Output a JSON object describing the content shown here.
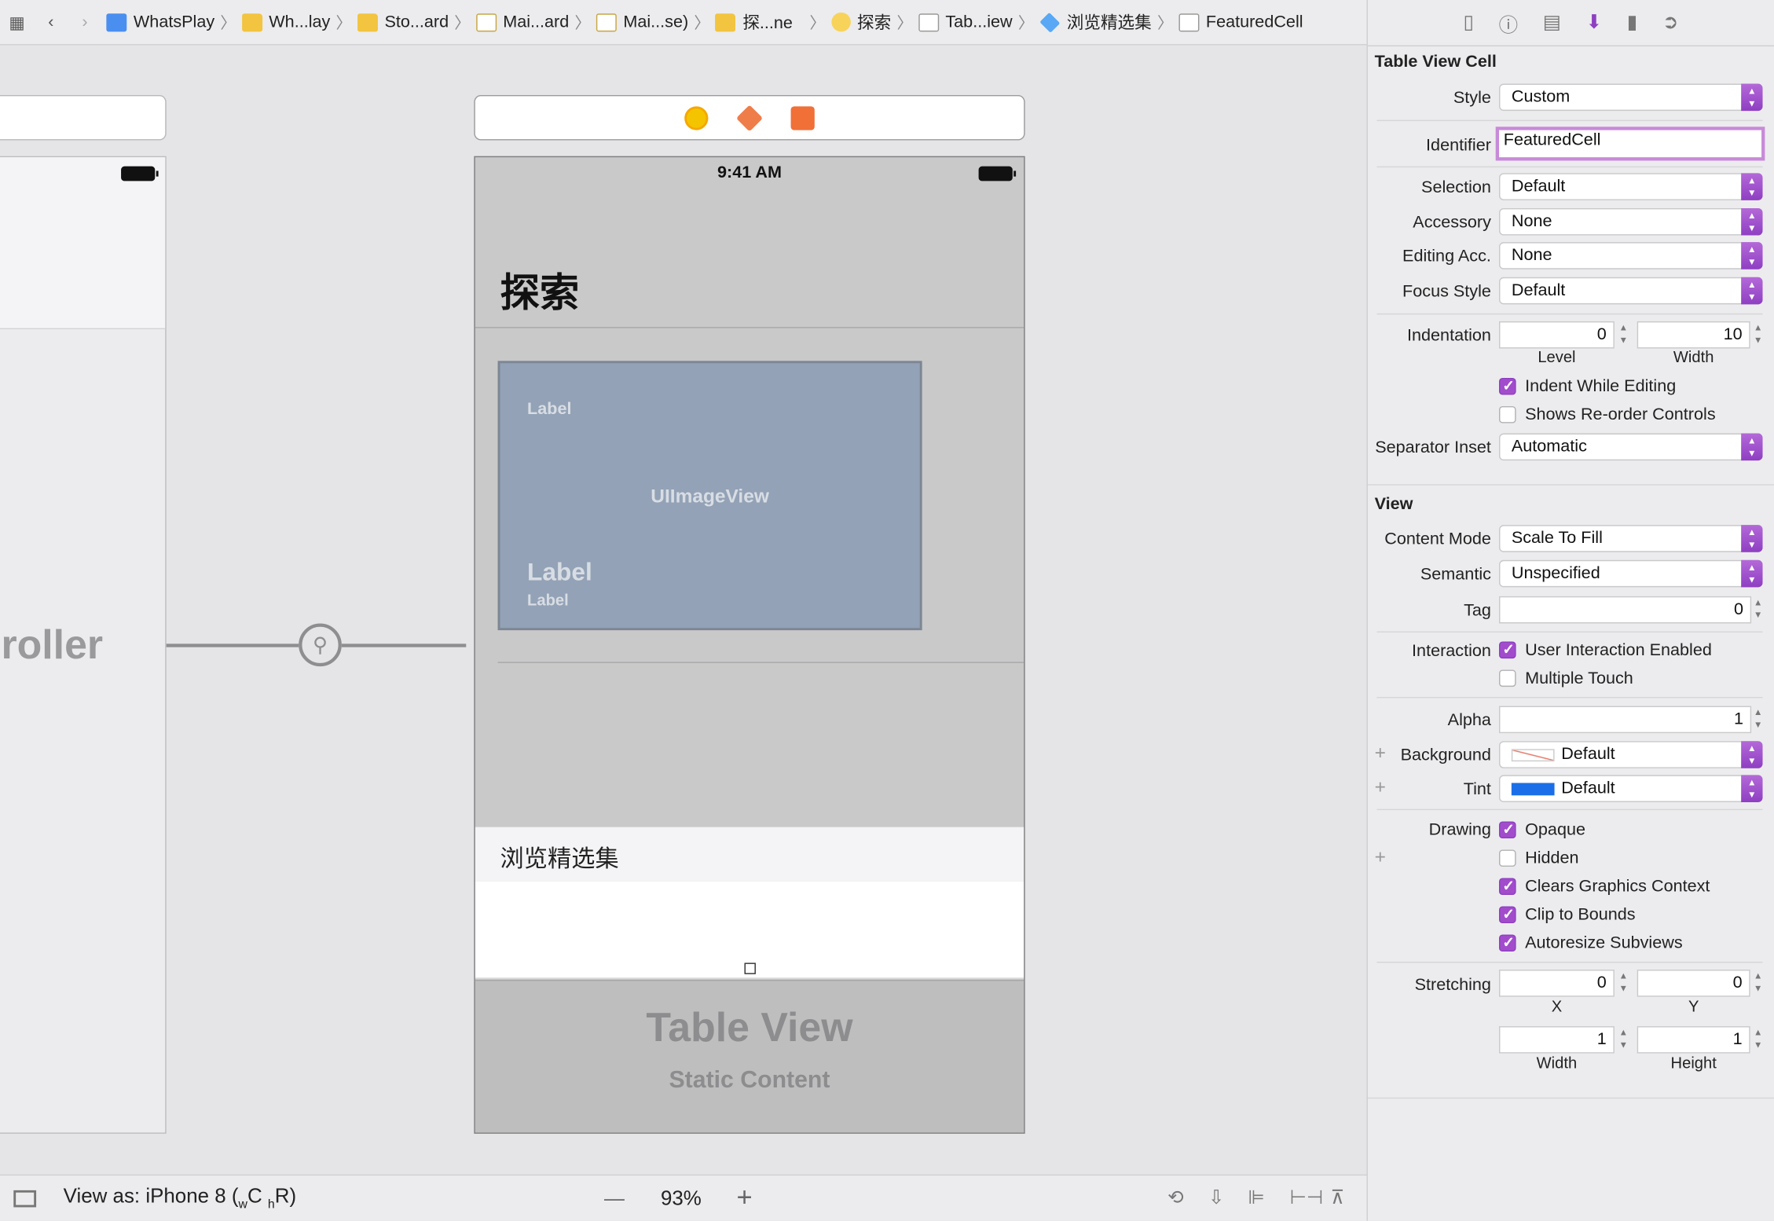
{
  "breadcrumbs": [
    {
      "label": "WhatsPlay",
      "icon": "app-icon"
    },
    {
      "label": "Wh...lay",
      "icon": "folder-icon"
    },
    {
      "label": "Sto...ard",
      "icon": "folder-icon"
    },
    {
      "label": "Mai...ard",
      "icon": "storyboard-icon"
    },
    {
      "label": "Mai...se)",
      "icon": "storyboard-icon"
    },
    {
      "label": "探...ne",
      "icon": "scene-icon"
    },
    {
      "label": "探索",
      "icon": "view-controller-icon"
    },
    {
      "label": "Tab...iew",
      "icon": "table-view-icon"
    },
    {
      "label": "浏览精选集",
      "icon": "cube-icon"
    },
    {
      "label": "FeaturedCell",
      "icon": "table-cell-icon"
    }
  ],
  "canvas": {
    "left_scene_title": "roller",
    "status_time": "9:41 AM",
    "nav_title": "探索",
    "image_view": {
      "top_label": "Label",
      "center_label": "UIImageView",
      "title_label": "Label",
      "subtitle_label": "Label"
    },
    "section_title": "浏览精选集",
    "table_view_title": "Table View",
    "table_view_subtitle": "Static Content"
  },
  "bottom_bar": {
    "view_as_prefix": "View as: iPhone 8 (",
    "w_size": "w",
    "w_class": "C",
    "h_size": "h",
    "h_class": "R",
    "suffix": ")",
    "zoom": "93%",
    "zoom_out": "—",
    "zoom_in": "+"
  },
  "inspector": {
    "section_cell": "Table View Cell",
    "style_label": "Style",
    "style_value": "Custom",
    "identifier_label": "Identifier",
    "identifier_value": "FeaturedCell",
    "selection_label": "Selection",
    "selection_value": "Default",
    "accessory_label": "Accessory",
    "accessory_value": "None",
    "editing_acc_label": "Editing Acc.",
    "editing_acc_value": "None",
    "focus_style_label": "Focus Style",
    "focus_style_value": "Default",
    "indentation_label": "Indentation",
    "indentation_level": "0",
    "indentation_width": "10",
    "level_label": "Level",
    "width_label": "Width",
    "indent_while_editing": "Indent While Editing",
    "shows_reorder": "Shows Re-order Controls",
    "separator_inset_label": "Separator Inset",
    "separator_inset_value": "Automatic",
    "section_view": "View",
    "content_mode_label": "Content Mode",
    "content_mode_value": "Scale To Fill",
    "semantic_label": "Semantic",
    "semantic_value": "Unspecified",
    "tag_label": "Tag",
    "tag_value": "0",
    "interaction_label": "Interaction",
    "user_interaction": "User Interaction Enabled",
    "multiple_touch": "Multiple Touch",
    "alpha_label": "Alpha",
    "alpha_value": "1",
    "background_label": "Background",
    "background_value": "Default",
    "tint_label": "Tint",
    "tint_value": "Default",
    "tint_color": "#1a6fe8",
    "drawing_label": "Drawing",
    "opaque": "Opaque",
    "hidden": "Hidden",
    "clears_graphics": "Clears Graphics Context",
    "clip_to_bounds": "Clip to Bounds",
    "autoresize": "Autoresize Subviews",
    "stretching_label": "Stretching",
    "stretch_x": "0",
    "stretch_y": "0",
    "stretch_x_label": "X",
    "stretch_y_label": "Y",
    "stretch_width": "1",
    "stretch_height": "1",
    "stretch_width_label": "Width",
    "stretch_height_label": "Height"
  }
}
